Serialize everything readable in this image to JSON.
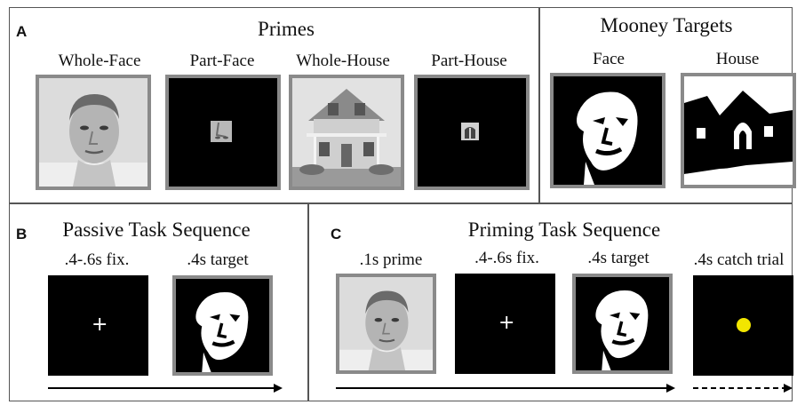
{
  "panel_a": {
    "letter": "A",
    "primes_heading": "Primes",
    "targets_heading": "Mooney Targets",
    "prime_labels": [
      "Whole-Face",
      "Part-Face",
      "Whole-House",
      "Part-House"
    ],
    "target_labels": [
      "Face",
      "House"
    ]
  },
  "panel_b": {
    "letter": "B",
    "heading": "Passive Task Sequence",
    "step_labels": [
      ".4-.6s fix.",
      ".4s target"
    ]
  },
  "panel_c": {
    "letter": "C",
    "heading": "Priming Task Sequence",
    "step_labels": [
      ".1s prime",
      ".4-.6s fix.",
      ".4s target",
      ".4s catch trial"
    ]
  },
  "fixation_symbol": "+",
  "colors": {
    "frame": "#555555",
    "tile_border": "#8a8a8a",
    "catch_dot": "#f2e600"
  }
}
